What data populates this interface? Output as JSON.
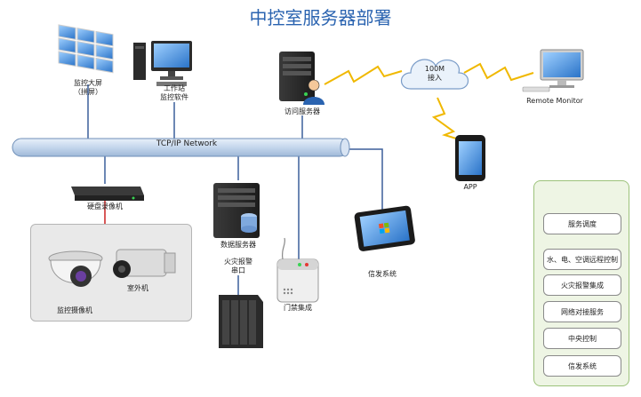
{
  "title": "中控室服务器部署",
  "network": {
    "label": "TCP/IP Network",
    "cloud_line1": "100M",
    "cloud_line2": "接入"
  },
  "nodes": {
    "video_wall_line1": "监控大屏",
    "video_wall_line2": "（拼屏）",
    "workstation_line1": "工作站",
    "workstation_line2": "监控软件",
    "access_server": "访问服务器",
    "remote_monitor": "Remote Monitor",
    "app": "APP",
    "dvr": "硬盘录像机",
    "camera_dome": "监控摄像机",
    "camera_outdoor": "室外机",
    "data_server": "数据服务器",
    "fire_alarm_line1": "火灾报警",
    "fire_alarm_line2": "串口",
    "access_control": "门禁集成",
    "signage": "信发系统"
  },
  "services": [
    "服务调度",
    "水、电、空调远程控制",
    "火灾报警集成",
    "网络对接服务",
    "中央控制",
    "信发系统"
  ],
  "colors": {
    "title": "#2a63b0",
    "pipe": "#c9d9ec",
    "link": "#3b5f9a",
    "camera_link": "#cc2222",
    "wireless": "#f0b800",
    "panel_bg": "#eef5e4",
    "panel_border": "#9cc27a"
  },
  "icons": {
    "video_wall": "video-wall-icon",
    "workstation": "desktop-computer-icon",
    "server": "server-tower-icon",
    "user": "user-icon",
    "cloud": "cloud-icon",
    "monitor": "monitor-icon",
    "phone": "smartphone-icon",
    "dvr": "dvr-icon",
    "camera": "camera-icon",
    "rack": "server-rack-icon",
    "access_control": "door-access-icon",
    "tablet": "tablet-icon"
  }
}
